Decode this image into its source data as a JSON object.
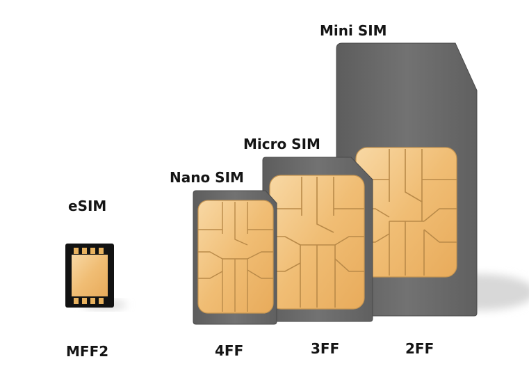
{
  "cards": [
    {
      "name": "Mini SIM",
      "form_factor": "2FF"
    },
    {
      "name": "Micro SIM",
      "form_factor": "3FF"
    },
    {
      "name": "Nano SIM",
      "form_factor": "4FF"
    },
    {
      "name": "eSIM",
      "form_factor": "MFF2"
    }
  ],
  "colors": {
    "card_body": "#6b6b6b",
    "card_edge": "#4a4a4a",
    "chip_gold": "#f0bd74",
    "chip_highlight": "#f7d7a3",
    "chip_line": "#b98a49",
    "esim_body": "#121212"
  }
}
